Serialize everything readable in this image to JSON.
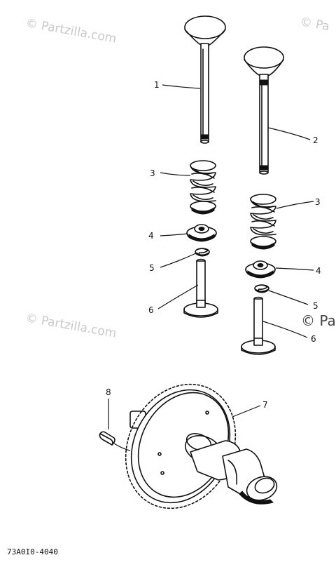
{
  "watermarks": {
    "top_left": "© Partzilla.com",
    "top_right": "© Pa",
    "mid_left": "© Partzilla.com",
    "mid_right": "© Pa"
  },
  "callouts": [
    "1",
    "2",
    "3",
    "3",
    "4",
    "4",
    "5",
    "5",
    "6",
    "6",
    "7",
    "8"
  ],
  "diagram_code": "73A0I0-4040"
}
